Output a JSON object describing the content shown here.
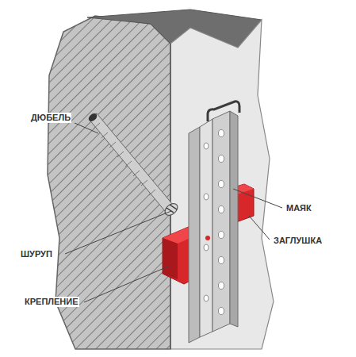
{
  "diagram": {
    "labels": [
      "ДЮБЕЛЬ",
      "МАЯК",
      "ЗАГЛУШКА",
      "ШУРУП",
      "КРЕПЛЕНИЕ"
    ]
  }
}
